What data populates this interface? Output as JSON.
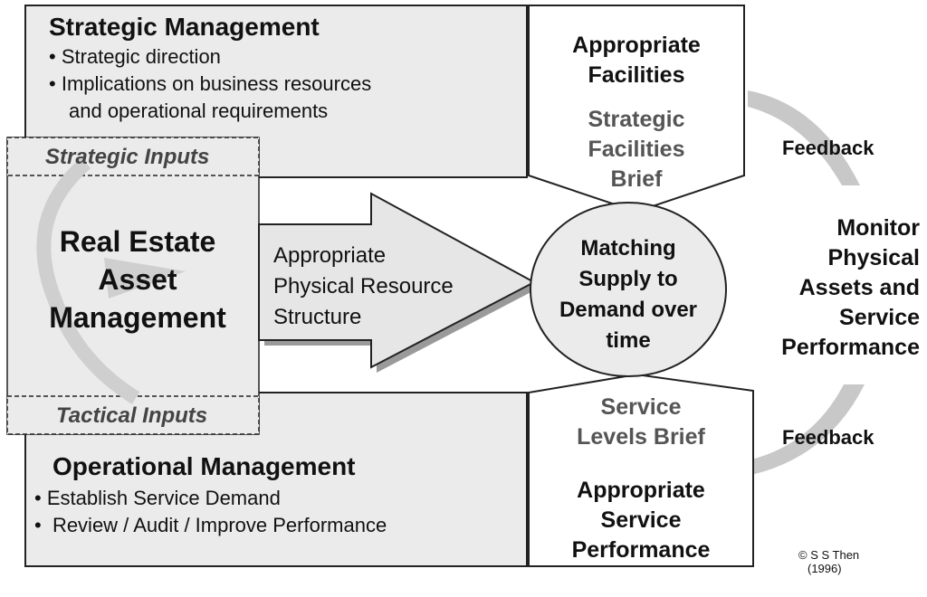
{
  "strategic": {
    "title": "Strategic Management",
    "bullet1": "Strategic direction",
    "bullet2_line1": "Implications on business resources",
    "bullet2_line2": "and operational requirements"
  },
  "strategic_inputs": "Strategic Inputs",
  "tactical_inputs": "Tactical Inputs",
  "real_estate": {
    "line1": "Real Estate",
    "line2": "Asset",
    "line3": "Management"
  },
  "arrow_text": {
    "line1": "Appropriate",
    "line2": "Physical Resource",
    "line3": "Structure"
  },
  "center": {
    "line1": "Matching",
    "line2": "Supply to",
    "line3": "Demand over",
    "line4": "time"
  },
  "top_right": {
    "title_line1": "Appropriate",
    "title_line2": "Facilities",
    "sub_line1": "Strategic",
    "sub_line2": "Facilities",
    "sub_line3": "Brief"
  },
  "bottom_right": {
    "sub_line1": "Service",
    "sub_line2": "Levels Brief",
    "title_line1": "Appropriate",
    "title_line2": "Service",
    "title_line3": "Performance"
  },
  "operational": {
    "title": "Operational Management",
    "bullet1": "Establish Service Demand",
    "bullet2": "Review / Audit / Improve Performance"
  },
  "feedback_top": "Feedback",
  "feedback_bottom": "Feedback",
  "monitor": {
    "line1": "Monitor",
    "line2": "Physical",
    "line3": "Assets and",
    "line4": "Service",
    "line5": "Performance"
  },
  "copyright": {
    "line1": "© S S Then",
    "line2": "(1996)"
  },
  "colors": {
    "box_fill": "#ebebeb",
    "arrow_fill": "#e6e6e6",
    "swoosh": "#c8c8c8",
    "stroke": "#222222"
  }
}
